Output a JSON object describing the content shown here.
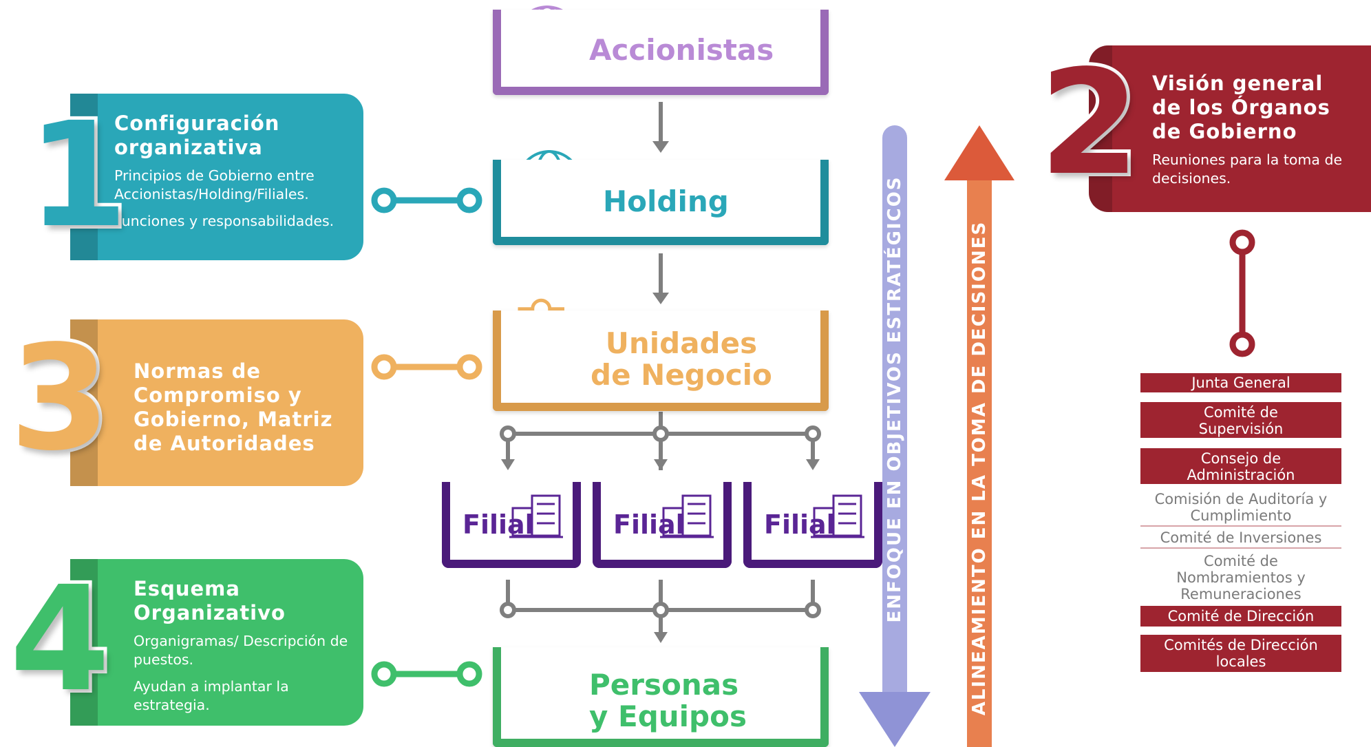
{
  "flow": {
    "accionistas": "Accionistas",
    "holding": "Holding",
    "unidades_line1": "Unidades",
    "unidades_line2": "de Negocio",
    "filiales": [
      "Filial",
      "Filial",
      "Filial"
    ],
    "personas_line1": "Personas",
    "personas_line2": "y Equipos"
  },
  "cards": {
    "c1": {
      "number": "1",
      "title_line1": "Configuración",
      "title_line2": "organizativa",
      "text1": "Principios de Gobierno entre Accionistas/Holding/Filiales.",
      "text2": "Funciones y responsabilidades.",
      "color": "#2aa7b8"
    },
    "c2": {
      "number": "2",
      "title_line1": "Visión general",
      "title_line2": "de los Órganos",
      "title_line3": "de Gobierno",
      "text1": "Reuniones para la toma de decisiones.",
      "color": "#9e2430"
    },
    "c3": {
      "number": "3",
      "title": "Normas de Compromiso y Gobierno, Matriz de Autoridades",
      "color": "#efb15f"
    },
    "c4": {
      "number": "4",
      "title_line1": "Esquema",
      "title_line2": "Organizativo",
      "text1": "Organigramas/ Descripción de puestos.",
      "text2": "Ayudan a implantar la estrategia.",
      "color": "#3fbf6b"
    }
  },
  "arrows": {
    "enfoque": "ENFOQUE EN OBJETIVOS ESTRATÉGICOS",
    "alineamiento": "ALINEAMIENTO EN LA TOMA DE DECISIONES"
  },
  "governance": [
    {
      "label": "Junta General",
      "style": "filled"
    },
    {
      "label": "Comité de Supervisión",
      "style": "filled"
    },
    {
      "label": "Consejo de Administración",
      "style": "filled"
    },
    {
      "label": "Comisión de Auditoría y Cumplimiento",
      "style": "plain"
    },
    {
      "label": "Comité de Inversiones",
      "style": "plain"
    },
    {
      "label": "Comité de Nombramientos y Remuneraciones",
      "style": "plain"
    },
    {
      "label": "Comité de Dirección",
      "style": "filled"
    },
    {
      "label": "Comités de Dirección locales",
      "style": "filled"
    }
  ],
  "colors": {
    "accionistas": "#b98ad6",
    "holding": "#2aa7b8",
    "unidades": "#efb15f",
    "filial": "#5a2595",
    "personas": "#3fbf6b",
    "connector_grey": "#7f7f7f",
    "enfoque_arrow": "#8f93d6",
    "alineamiento_arrow": "#e0653e"
  }
}
